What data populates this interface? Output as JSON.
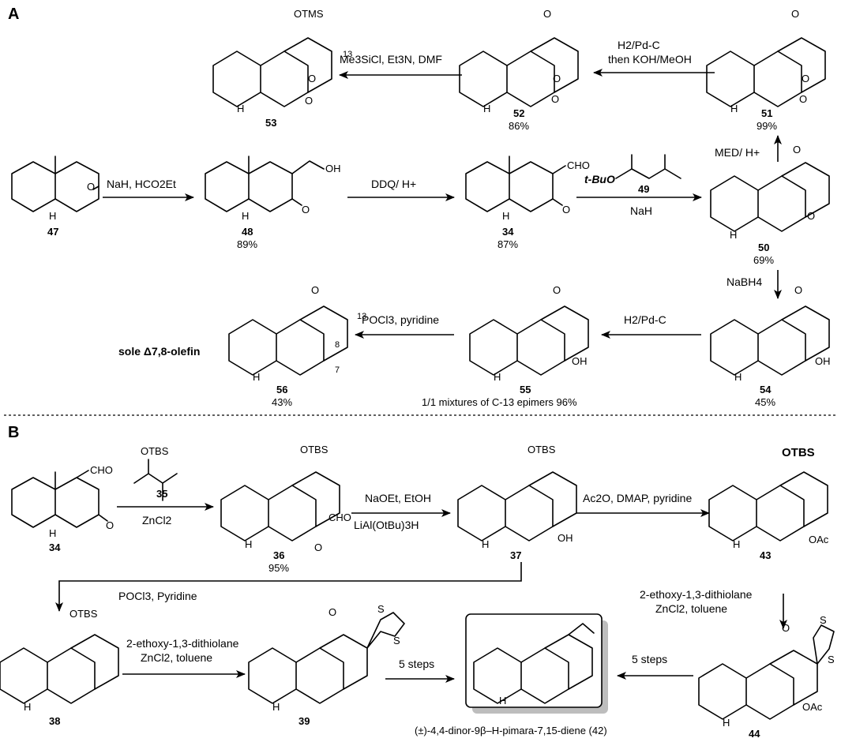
{
  "panels": [
    "A",
    "B"
  ],
  "compounds": {
    "c47": {
      "num": "47",
      "yield": ""
    },
    "c48": {
      "num": "48",
      "yield": "89%"
    },
    "c34a": {
      "num": "34",
      "yield": "87%"
    },
    "c50": {
      "num": "50",
      "yield": "69%"
    },
    "c51": {
      "num": "51",
      "yield": "99%"
    },
    "c52": {
      "num": "52",
      "yield": "86%"
    },
    "c53": {
      "num": "53",
      "yield": ""
    },
    "c54": {
      "num": "54",
      "yield": "45%"
    },
    "c55": {
      "num": "55",
      "yield": "1/1 mixtures of C-13 epimers 96%"
    },
    "c56": {
      "num": "56",
      "yield": "43%"
    },
    "c34b": {
      "num": "34",
      "yield": ""
    },
    "c36": {
      "num": "36",
      "yield": "95%"
    },
    "c37": {
      "num": "37",
      "yield": ""
    },
    "c43": {
      "num": "43",
      "yield": ""
    },
    "c38": {
      "num": "38",
      "yield": ""
    },
    "c39": {
      "num": "39",
      "yield": ""
    },
    "c44": {
      "num": "44",
      "yield": ""
    },
    "c42": {
      "name": "(±)-4,4-dinor-9β–H-pimara-7,15-diene (42)"
    }
  },
  "reagents": {
    "a_47_48": "NaH, HCO2Et",
    "a_48_34": "DDQ/ H+",
    "a_34_50_reagent": "t-BuO",
    "a_34_50_num": "49",
    "a_34_50_base": "NaH",
    "a_50_51": "MED/ H+",
    "a_51_52_l1": "H2/Pd-C",
    "a_51_52_l2": "then KOH/MeOH",
    "a_52_53": "Me3SiCl, Et3N, DMF",
    "a_50_54": "NaBH4",
    "a_54_55": "H2/Pd-C",
    "a_55_56": "POCl3, pyridine",
    "sole_olefin": "sole Δ7,8-olefin",
    "b_35": "35",
    "b_34_36": "ZnCl2",
    "b_36_37_l1": "NaOEt, EtOH",
    "b_36_37_l2": "LiAl(OtBu)3H",
    "b_37_43": "Ac2O, DMAP, pyridine",
    "b_43_44_l1": "2-ethoxy-1,3-dithiolane",
    "b_43_44_l2": "ZnCl2, toluene",
    "b_37_38": "POCl3, Pyridine",
    "b_38_39_l1": "2-ethoxy-1,3-dithiolane",
    "b_38_39_l2": "ZnCl2, toluene",
    "b_39_42": "5 steps",
    "b_44_42": "5 steps"
  },
  "atoms": {
    "otms": "OTMS",
    "otbs": "OTBS",
    "oh": "OH",
    "oac": "OAc",
    "cho": "CHO",
    "o": "O",
    "h": "H",
    "s": "S",
    "n13": "13",
    "n8": "8",
    "n7": "7"
  }
}
